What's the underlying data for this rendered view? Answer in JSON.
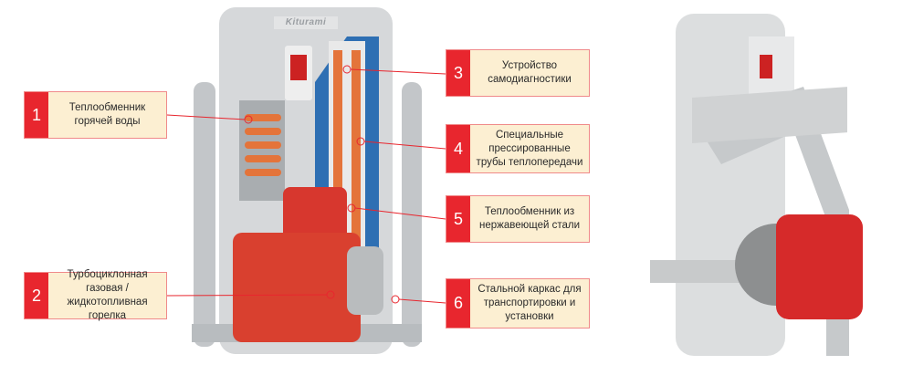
{
  "brand": "Kiturami",
  "callouts": [
    {
      "number": "1",
      "text": "Теплообменник горячей воды"
    },
    {
      "number": "2",
      "text": "Турбоциклонная газовая / жидкотопливная горелка"
    },
    {
      "number": "3",
      "text": "Устройство самодиагностики"
    },
    {
      "number": "4",
      "text": "Специальные прессированные трубы теплопередачи"
    },
    {
      "number": "5",
      "text": "Теплообменник из нержавеющей стали"
    },
    {
      "number": "6",
      "text": "Стальной каркас для транспортировки и установки"
    }
  ],
  "colors": {
    "accent": "#e8262e",
    "label_bg": "#fcefd2",
    "line": "#e8262e"
  }
}
